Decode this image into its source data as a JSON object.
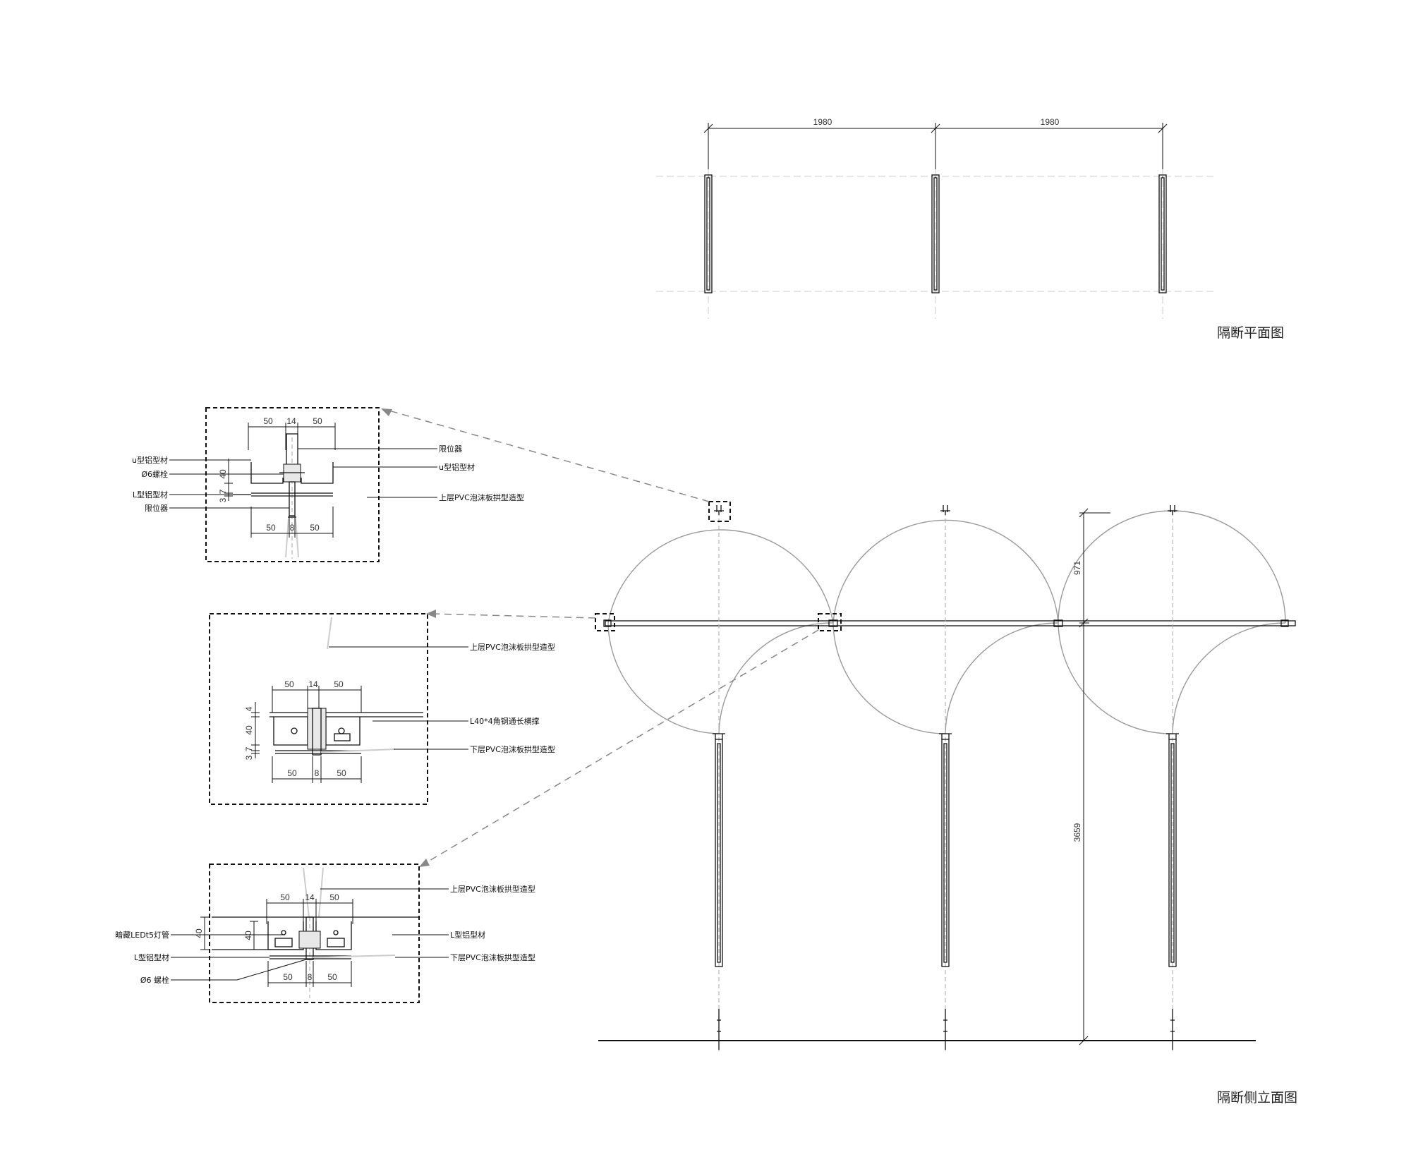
{
  "plan": {
    "title": "隔断平面图",
    "dims": [
      "1980",
      "1980"
    ]
  },
  "elevation": {
    "title": "隔断侧立面图",
    "dims": {
      "arch_height": "971",
      "total_height": "3659"
    }
  },
  "detail_top": {
    "dims": [
      "50",
      "14",
      "50",
      "40",
      "3",
      "7",
      "50",
      "8",
      "50"
    ],
    "labels_left": [
      "u型铝型材",
      "Ø6螺栓",
      "L型铝型材",
      "限位器"
    ],
    "labels_right": [
      "限位器",
      "u型铝型材",
      "上层PVC泡沫板拱型造型"
    ]
  },
  "detail_mid": {
    "dims": [
      "50",
      "14",
      "50",
      "4",
      "40",
      "3",
      "7",
      "50",
      "8",
      "50"
    ],
    "labels_right": [
      "上层PVC泡沫板拱型造型",
      "L40*4角钢通长横撑",
      "下层PVC泡沫板拱型造型"
    ]
  },
  "detail_bot": {
    "dims": [
      "50",
      "14",
      "50",
      "40",
      "40",
      "50",
      "8",
      "50"
    ],
    "labels_left": [
      "暗藏LEDt5灯管",
      "L型铝型材",
      "Ø6 螺栓"
    ],
    "labels_right": [
      "上层PVC泡沫板拱型造型",
      "L型铝型材",
      "下层PVC泡沫板拱型造型"
    ]
  }
}
